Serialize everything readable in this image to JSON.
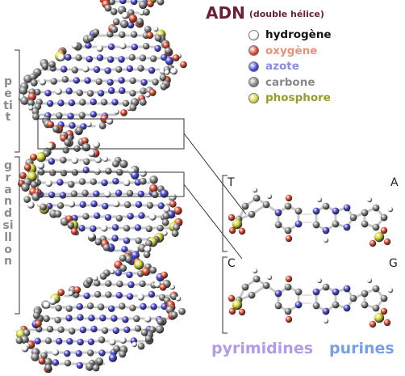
{
  "title": {
    "main": "ADN",
    "sub": "(double hélice)"
  },
  "legend": [
    {
      "label": "hydrogène",
      "color": "#ffffff",
      "text_color": "#111111",
      "icon": "hydrogen-atom-icon"
    },
    {
      "label": "oxygène",
      "color": "#e04a2e",
      "text_color": "#e8907c",
      "icon": "oxygen-atom-icon"
    },
    {
      "label": "azote",
      "color": "#4a4adc",
      "text_color": "#8a8ae8",
      "icon": "nitrogen-atom-icon"
    },
    {
      "label": "carbone",
      "color": "#888888",
      "text_color": "#8a8a8a",
      "icon": "carbon-atom-icon"
    },
    {
      "label": "phosphore",
      "color": "#d8d83a",
      "text_color": "#9a9a2e",
      "icon": "phosphorus-atom-icon"
    }
  ],
  "groove_labels": {
    "minor": "petit",
    "major": "grand sillon"
  },
  "pairs": [
    {
      "left": "T",
      "right": "A"
    },
    {
      "left": "C",
      "right": "G"
    }
  ],
  "footer": {
    "pyrimidines": "pyrimidines",
    "purines": "purines"
  },
  "colors": {
    "title": "#6e1e3c",
    "groove_text": "#8c8c8c",
    "pyrimidines": "#b49be6",
    "purines": "#78a0e6",
    "bond_stick": "#c8c8c8"
  }
}
